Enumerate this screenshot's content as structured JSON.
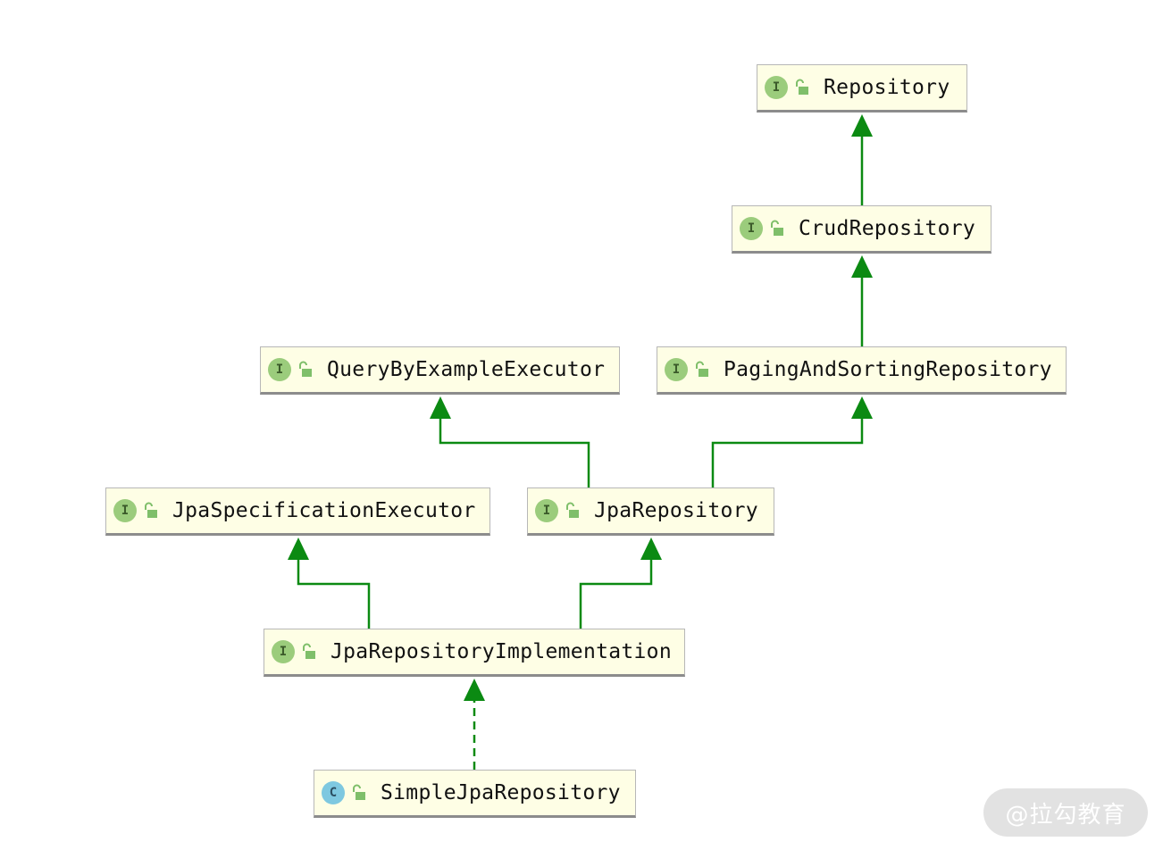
{
  "diagram": {
    "nodes": [
      {
        "id": "repository",
        "kind": "I",
        "label": "Repository"
      },
      {
        "id": "crud-repository",
        "kind": "I",
        "label": "CrudRepository"
      },
      {
        "id": "query-by-example-executor",
        "kind": "I",
        "label": "QueryByExampleExecutor"
      },
      {
        "id": "paging-and-sorting-repository",
        "kind": "I",
        "label": "PagingAndSortingRepository"
      },
      {
        "id": "jpa-specification-executor",
        "kind": "I",
        "label": "JpaSpecificationExecutor"
      },
      {
        "id": "jpa-repository",
        "kind": "I",
        "label": "JpaRepository"
      },
      {
        "id": "jpa-repository-implementation",
        "kind": "I",
        "label": "JpaRepositoryImplementation"
      },
      {
        "id": "simple-jpa-repository",
        "kind": "C",
        "label": "SimpleJpaRepository"
      }
    ],
    "edges": [
      {
        "from": "crud-repository",
        "to": "repository",
        "style": "extends"
      },
      {
        "from": "paging-and-sorting-repository",
        "to": "crud-repository",
        "style": "extends"
      },
      {
        "from": "jpa-repository",
        "to": "query-by-example-executor",
        "style": "extends"
      },
      {
        "from": "jpa-repository",
        "to": "paging-and-sorting-repository",
        "style": "extends"
      },
      {
        "from": "jpa-repository-implementation",
        "to": "jpa-specification-executor",
        "style": "extends"
      },
      {
        "from": "jpa-repository-implementation",
        "to": "jpa-repository",
        "style": "extends"
      },
      {
        "from": "simple-jpa-repository",
        "to": "jpa-repository-implementation",
        "style": "implements"
      }
    ],
    "colors": {
      "edge": "#0b8a12",
      "node_fill": "#fefee5",
      "interface_badge": "#9bcc7c",
      "class_badge": "#7ec8e0",
      "lock_icon": "#7fbf6a"
    }
  },
  "watermark": {
    "text": "@拉勾教育"
  }
}
